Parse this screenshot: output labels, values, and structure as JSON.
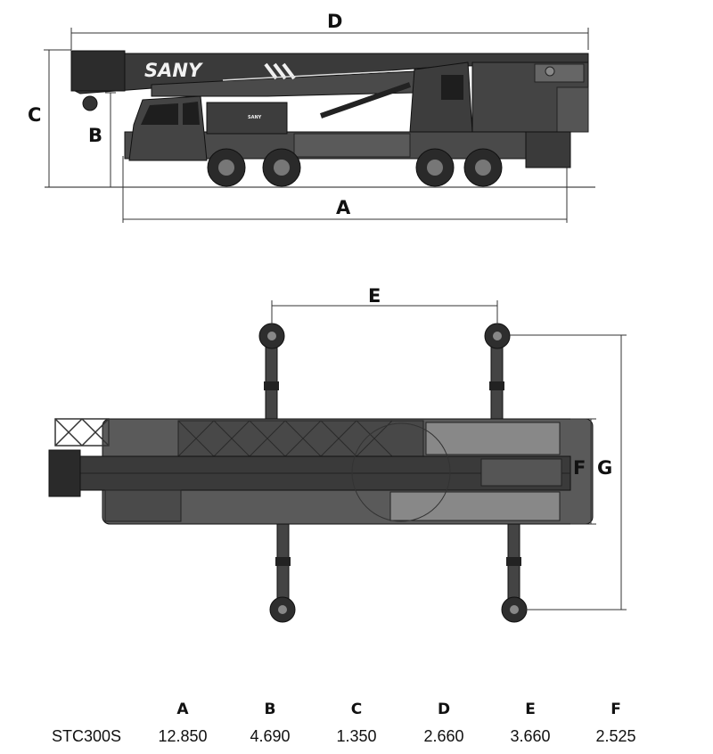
{
  "brand": {
    "logo_text": "SANY",
    "cab_logo_text": "SANY"
  },
  "dimension_labels": {
    "a": "A",
    "b": "B",
    "c": "C",
    "d": "D",
    "e": "E",
    "f": "F",
    "g": "G"
  },
  "spec_table": {
    "headers": [
      "A",
      "B",
      "C",
      "D",
      "E",
      "F"
    ],
    "rows": [
      {
        "model": "STC300S",
        "values": [
          "12.850",
          "4.690",
          "1.350",
          "2.660",
          "3.660",
          "2.525"
        ]
      }
    ]
  }
}
